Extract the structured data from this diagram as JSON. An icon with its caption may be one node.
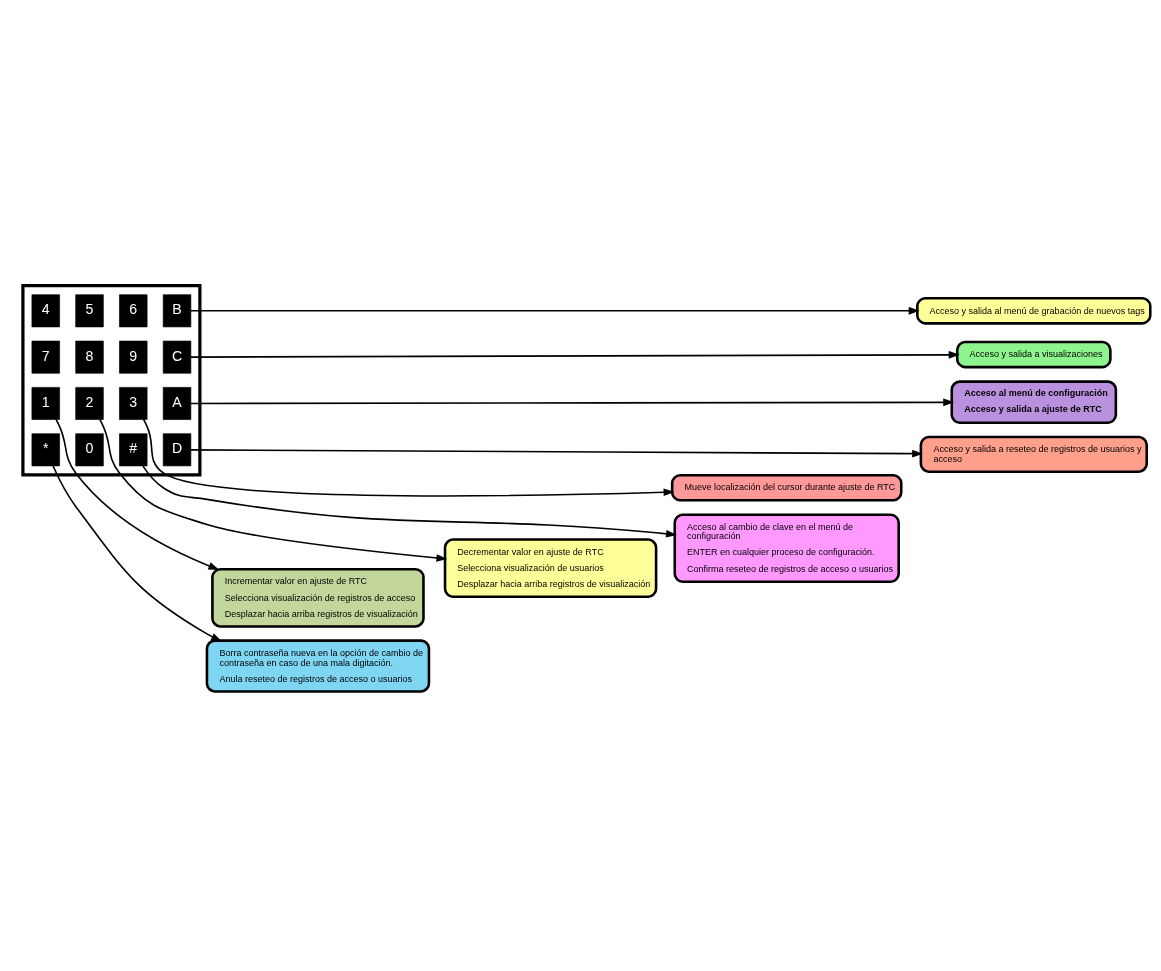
{
  "diagram": {
    "nodes": [
      {
        "text": [
          "Incrementar valor en ajuste de RTC",
          "Selecciona visualización de registros de acceso",
          "Desplazar hacia arriba registros de visualización"
        ]
      },
      {
        "text": [
          "Decrementar valor en ajuste de RTC",
          "Selecciona visualización de usuarios",
          "Desplazar hacia arriba registros de visualización"
        ]
      },
      {
        "text": [
          "Mueve localización del cursor durante ajuste de RTC"
        ]
      },
      {
        "text": [],
        "shape": "box"
      },
      {
        "text": [
          "1"
        ],
        "in": 3
      },
      {
        "text": [
          "2"
        ],
        "in": 3
      },
      {
        "text": [
          "3"
        ],
        "in": 3
      },
      {
        "text": [
          "A"
        ],
        "in": 3
      },
      {
        "text": [
          "4"
        ],
        "in": 3
      },
      {
        "text": [
          "5"
        ],
        "in": 3
      },
      {
        "text": [
          "6"
        ],
        "in": 3
      },
      {
        "text": [
          "B"
        ],
        "in": 3
      },
      {
        "text": [
          "7"
        ],
        "in": 3
      },
      {
        "text": [
          "8"
        ],
        "in": 3
      },
      {
        "text": [
          "9"
        ],
        "in": 3
      },
      {
        "text": [
          "C"
        ],
        "in": 3
      },
      {
        "text": [
          "*"
        ],
        "in": 3
      },
      {
        "text": [
          "0"
        ],
        "in": 3
      },
      {
        "text": [
          "#"
        ],
        "in": 3
      },
      {
        "text": [
          "D"
        ],
        "in": 3
      },
      {
        "text": [
          "Acceso al menú de configuración",
          "Acceso y salida a ajuste de RTC"
        ]
      },
      {
        "text": [
          "Acceso y salida al menú de grabación de nuevos tags"
        ]
      },
      {
        "text": [
          "Acceso y salida a visualizaciones"
        ]
      },
      {
        "text": [
          "Acceso y salida a reseteo de registros de usuarios y acceso"
        ]
      },
      {
        "text": [
          "Borra contraseña nueva en la opción de cambio de contraseña en caso de una mala digitación.",
          "Anula reseteo de registros de acceso o usuarios"
        ]
      },
      {
        "text": [
          "Acceso al cambio de clave en el menú de configuración",
          "ENTER en cualquier proceso de configuración.",
          "Confirma reseteo de registros de acceso o usuarios"
        ]
      }
    ],
    "edges": [
      {
        "from": 4,
        "to": 0,
        "arrow": "to"
      },
      {
        "from": 5,
        "to": 1,
        "arrow": "to"
      },
      {
        "from": 6,
        "to": 2,
        "arrow": "to"
      },
      {
        "from": 7,
        "to": 20,
        "arrow": "to"
      },
      {
        "from": 11,
        "to": 21,
        "arrow": "to"
      },
      {
        "from": 15,
        "to": 22,
        "arrow": "to"
      },
      {
        "from": 19,
        "to": 23,
        "arrow": "to"
      },
      {
        "from": 16,
        "to": 24,
        "arrow": "to"
      },
      {
        "from": 18,
        "to": 25,
        "arrow": "to"
      }
    ]
  }
}
